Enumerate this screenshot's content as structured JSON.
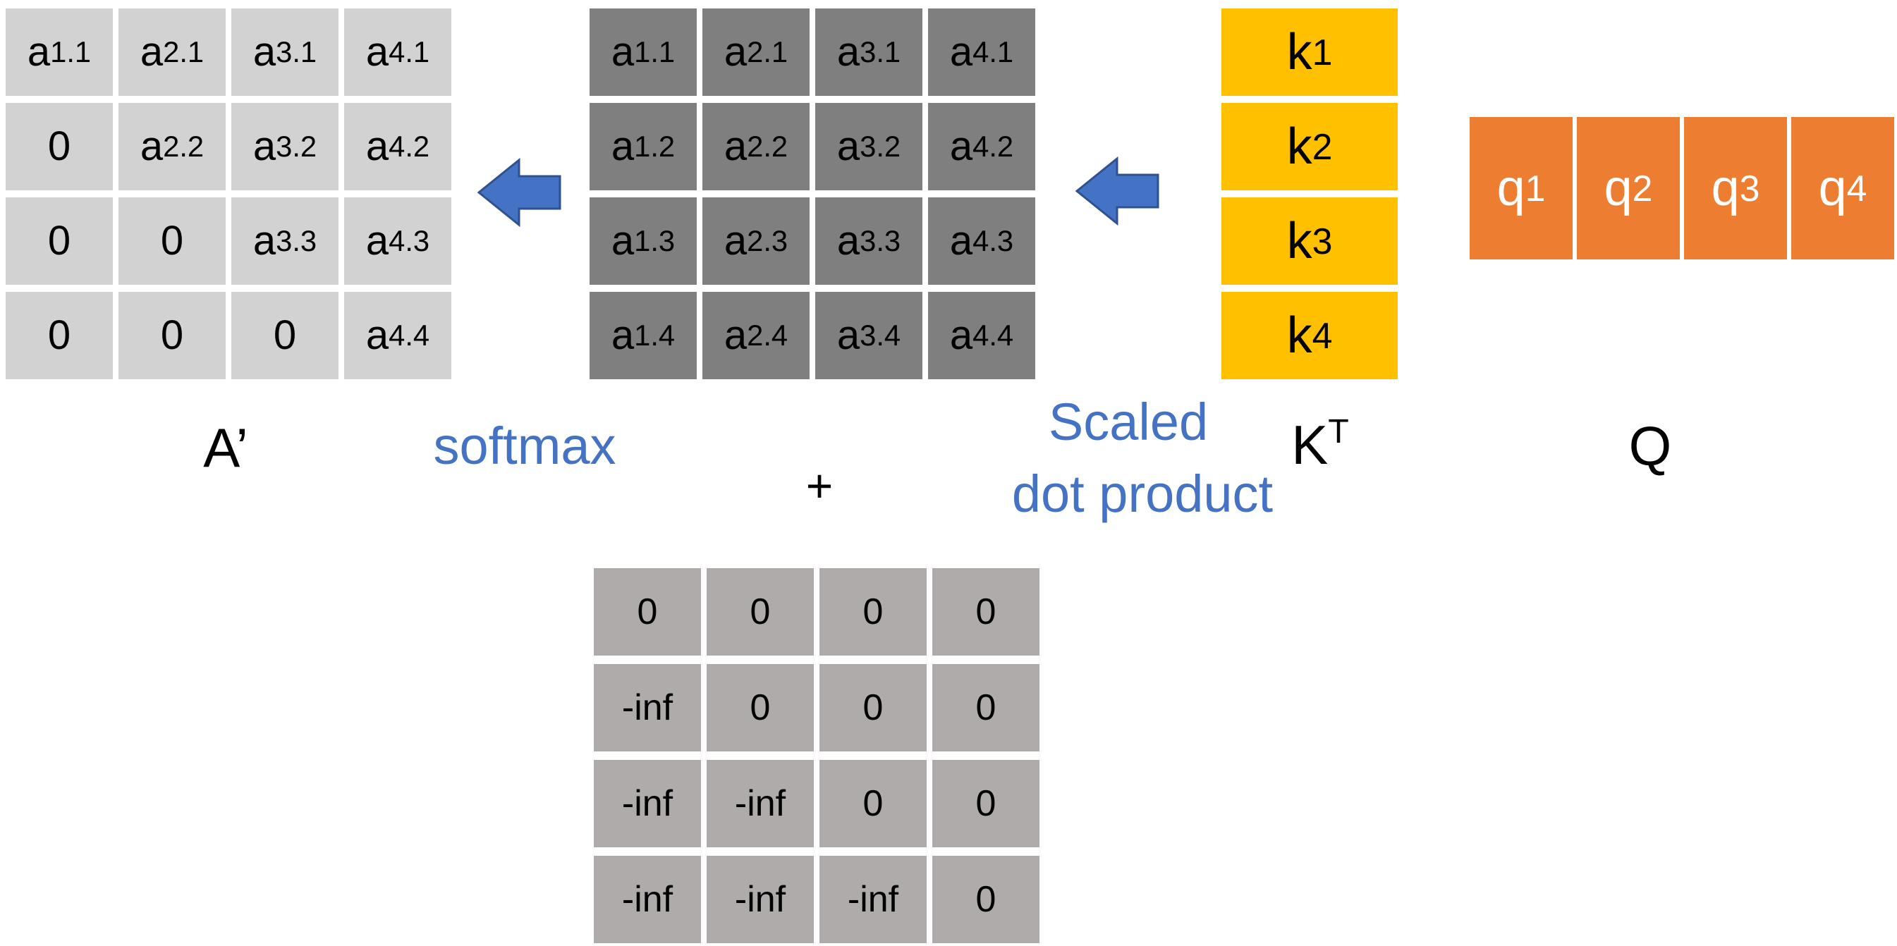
{
  "a_prime": {
    "label": "A’",
    "cells": [
      [
        {
          "b": "a",
          "s": "1.1"
        },
        {
          "b": "a",
          "s": "2.1"
        },
        {
          "b": "a",
          "s": "3.1"
        },
        {
          "b": "a",
          "s": "4.1"
        }
      ],
      [
        {
          "b": "0",
          "s": ""
        },
        {
          "b": "a",
          "s": "2.2"
        },
        {
          "b": "a",
          "s": "3.2"
        },
        {
          "b": "a",
          "s": "4.2"
        }
      ],
      [
        {
          "b": "0",
          "s": ""
        },
        {
          "b": "0",
          "s": ""
        },
        {
          "b": "a",
          "s": "3.3"
        },
        {
          "b": "a",
          "s": "4.3"
        }
      ],
      [
        {
          "b": "0",
          "s": ""
        },
        {
          "b": "0",
          "s": ""
        },
        {
          "b": "0",
          "s": ""
        },
        {
          "b": "a",
          "s": "4.4"
        }
      ]
    ]
  },
  "scores": {
    "cells": [
      [
        {
          "b": "a",
          "s": "1.1"
        },
        {
          "b": "a",
          "s": "2.1"
        },
        {
          "b": "a",
          "s": "3.1"
        },
        {
          "b": "a",
          "s": "4.1"
        }
      ],
      [
        {
          "b": "a",
          "s": "1.2"
        },
        {
          "b": "a",
          "s": "2.2"
        },
        {
          "b": "a",
          "s": "3.2"
        },
        {
          "b": "a",
          "s": "4.2"
        }
      ],
      [
        {
          "b": "a",
          "s": "1.3"
        },
        {
          "b": "a",
          "s": "2.3"
        },
        {
          "b": "a",
          "s": "3.3"
        },
        {
          "b": "a",
          "s": "4.3"
        }
      ],
      [
        {
          "b": "a",
          "s": "1.4"
        },
        {
          "b": "a",
          "s": "2.4"
        },
        {
          "b": "a",
          "s": "3.4"
        },
        {
          "b": "a",
          "s": "4.4"
        }
      ]
    ]
  },
  "mask": {
    "cells": [
      [
        "0",
        "0",
        "0",
        "0"
      ],
      [
        "-inf",
        "0",
        "0",
        "0"
      ],
      [
        "-inf",
        "-inf",
        "0",
        "0"
      ],
      [
        "-inf",
        "-inf",
        "-inf",
        "0"
      ]
    ]
  },
  "kt": {
    "label_base": "K",
    "label_sup": "T",
    "cells": [
      {
        "b": "k",
        "s": "1"
      },
      {
        "b": "k",
        "s": "2"
      },
      {
        "b": "k",
        "s": "3"
      },
      {
        "b": "k",
        "s": "4"
      }
    ]
  },
  "q": {
    "label": "Q",
    "cells": [
      {
        "b": "q",
        "p": "1"
      },
      {
        "b": "q",
        "p": "2"
      },
      {
        "b": "q",
        "p": "3"
      },
      {
        "b": "q",
        "p": "4"
      }
    ]
  },
  "ops": {
    "softmax": "softmax",
    "scaled_line1": "Scaled",
    "scaled_line2": "dot product",
    "plus": "+"
  },
  "colors": {
    "a_prime_fill": "#d2d2d2",
    "scores_fill": "#7f7f7f",
    "mask_fill": "#afabab",
    "kt_fill": "#ffc000",
    "q_fill": "#ed7d31",
    "arrow_fill": "#4472c4",
    "arrow_stroke": "#2f528f",
    "op_text": "#4472c4"
  }
}
